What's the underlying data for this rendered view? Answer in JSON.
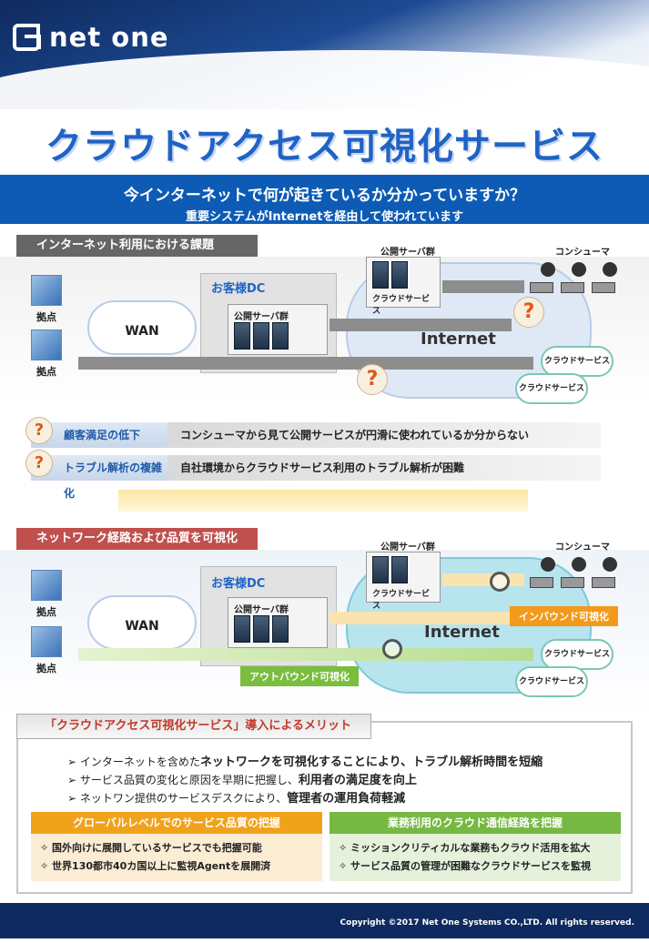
{
  "header": {
    "logo_text": "net one"
  },
  "title": "クラウドアクセス可視化サービス",
  "band": {
    "question": "今インターネットで何が起きているか分かっていますか？",
    "sub": "重要システムがInternetを経由して使われています"
  },
  "section1": {
    "heading": "インターネット利用における課題",
    "labels": {
      "site": "拠点",
      "wan": "WAN",
      "dc": "お客様DC",
      "public_servers": "公開サーバ群",
      "public_servers2": "公開サーバ群",
      "cloud_service": "クラウドサービス",
      "consumer": "コンシューマ",
      "internet": "Internet",
      "cloud_a": "クラウドサービス",
      "cloud_b": "クラウドサービス",
      "qmark": "?"
    }
  },
  "problems": [
    {
      "badge": "顧客満足の低下",
      "desc": "コンシューマから見て公開サービスが円滑に使われているか分からない"
    },
    {
      "badge": "トラブル解析の複雑化",
      "desc": "自社環境からクラウドサービス利用のトラブル解析が困難"
    }
  ],
  "section2": {
    "heading": "ネットワーク経路および品質を可視化",
    "inbound": "インバウンド可視化",
    "outbound": "アウトバウンド可視化"
  },
  "merit": {
    "heading": "「クラウドアクセス可視化サービス」導入によるメリット",
    "points": [
      {
        "pre": "インターネットを含めた",
        "bold": "ネットワークを可視化することにより、トラブル解析時間を短縮",
        "post": ""
      },
      {
        "pre": "サービス品質の変化と原因を早期に把握し、",
        "bold": "利用者の満足度を向上",
        "post": ""
      },
      {
        "pre": "ネットワン提供のサービスデスクにより、",
        "bold": "管理者の運用負荷軽減",
        "post": ""
      }
    ],
    "col1": {
      "head": "グローバルレベルでのサービス品質の把握",
      "items": [
        "国外向けに展開しているサービスでも把握可能",
        "世界130都市40カ国以上に監視Agentを展開済"
      ]
    },
    "col2": {
      "head": "業務利用のクラウド通信経路を把握",
      "items": [
        "ミッションクリティカルな業務もクラウド活用を拡大",
        "サービス品質の管理が困難なクラウドサービスを監視"
      ]
    }
  },
  "footer": "Copyright ©2017 Net One Systems CO.,LTD. All rights reserved."
}
